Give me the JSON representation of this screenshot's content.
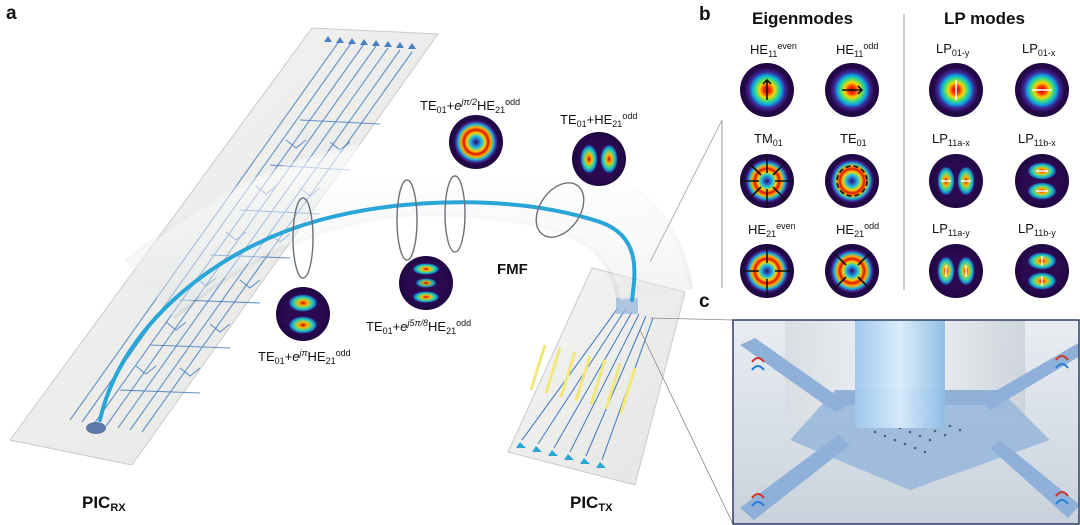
{
  "panels": {
    "a": "a",
    "b": "b",
    "c": "c"
  },
  "headers": {
    "eigenmodes": "Eigenmodes",
    "lp_modes": "LP modes"
  },
  "fiber_label": "FMF",
  "pic_rx": {
    "base": "PIC",
    "sub": "RX"
  },
  "pic_tx": {
    "base": "PIC",
    "sub": "TX"
  },
  "eigenmodes": [
    {
      "base": "HE",
      "sub": "11",
      "sup": "even",
      "pattern": "gaussian"
    },
    {
      "base": "HE",
      "sub": "11",
      "sup": "odd",
      "pattern": "gaussian-arrow"
    },
    {
      "base": "TM",
      "sub": "01",
      "sup": "",
      "pattern": "ring-radial"
    },
    {
      "base": "TE",
      "sub": "01",
      "sup": "",
      "pattern": "ring-azimuthal"
    },
    {
      "base": "HE",
      "sub": "21",
      "sup": "even",
      "pattern": "ring-hyperbolic"
    },
    {
      "base": "HE",
      "sub": "21",
      "sup": "odd",
      "pattern": "ring-hyperbolic-rot"
    }
  ],
  "lp_modes": [
    {
      "base": "LP",
      "sub": "01-y",
      "pattern": "gaussian"
    },
    {
      "base": "LP",
      "sub": "01-x",
      "pattern": "gaussian"
    },
    {
      "base": "LP",
      "sub": "11a-x",
      "pattern": "two-lobe-h"
    },
    {
      "base": "LP",
      "sub": "11b-x",
      "pattern": "two-lobe-v"
    },
    {
      "base": "LP",
      "sub": "11a-y",
      "pattern": "two-lobe-h"
    },
    {
      "base": "LP",
      "sub": "11b-y",
      "pattern": "two-lobe-v"
    }
  ],
  "superpositions": [
    {
      "a": "TE",
      "a_sub": "01",
      "plus": "+",
      "phase": "e",
      "phase_sup": "jπ/2",
      "b": "HE",
      "b_sub": "21",
      "b_sup": "odd",
      "pattern": "ring"
    },
    {
      "a": "TE",
      "a_sub": "01",
      "plus": "+",
      "phase": "",
      "phase_sup": "",
      "b": "HE",
      "b_sub": "21",
      "b_sup": "odd",
      "pattern": "two-lobe-h"
    },
    {
      "a": "TE",
      "a_sub": "01",
      "plus": "+",
      "phase": "e",
      "phase_sup": "j5π/8",
      "b": "HE",
      "b_sub": "21",
      "b_sup": "odd",
      "pattern": "three-band"
    },
    {
      "a": "TE",
      "a_sub": "01",
      "plus": "+",
      "phase": "e",
      "phase_sup": "jπ",
      "b": "HE",
      "b_sub": "21",
      "b_sup": "odd",
      "pattern": "two-lobe-v"
    }
  ],
  "colors": {
    "waveguide": "#4a7fc0",
    "fiber_core": "#2aa5d8",
    "heater": "#f2e87a",
    "coupler": "#9ab8dc",
    "mode_bg": "#2c0a52"
  }
}
